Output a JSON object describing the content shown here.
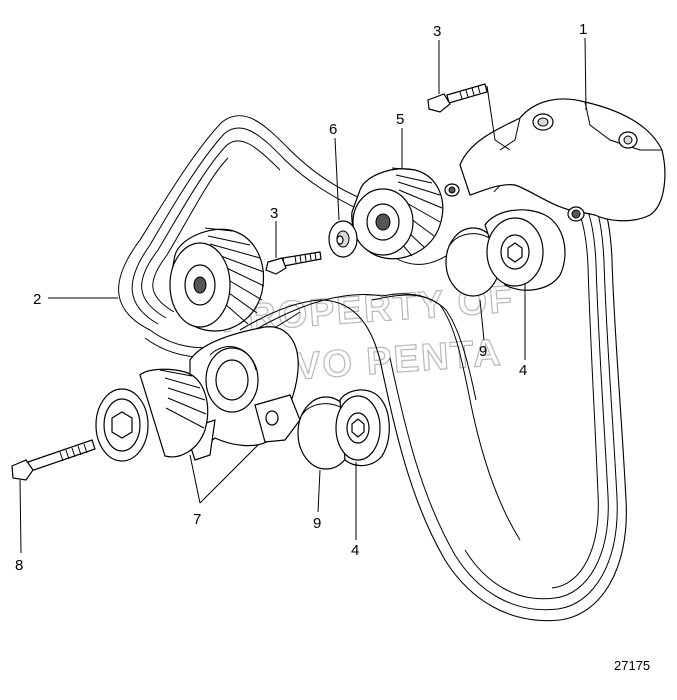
{
  "diagram": {
    "figure_number": "27175",
    "watermark": [
      "PROPERTY OF",
      "VOLVO PENTA"
    ],
    "callouts": [
      {
        "id": "c1",
        "label": "1"
      },
      {
        "id": "c2",
        "label": "2"
      },
      {
        "id": "c3a",
        "label": "3"
      },
      {
        "id": "c3b",
        "label": "3"
      },
      {
        "id": "c4a",
        "label": "4"
      },
      {
        "id": "c4b",
        "label": "4"
      },
      {
        "id": "c5",
        "label": "5"
      },
      {
        "id": "c6",
        "label": "6"
      },
      {
        "id": "c7",
        "label": "7"
      },
      {
        "id": "c8",
        "label": "8"
      },
      {
        "id": "c9a",
        "label": "9"
      },
      {
        "id": "c9b",
        "label": "9"
      }
    ]
  }
}
